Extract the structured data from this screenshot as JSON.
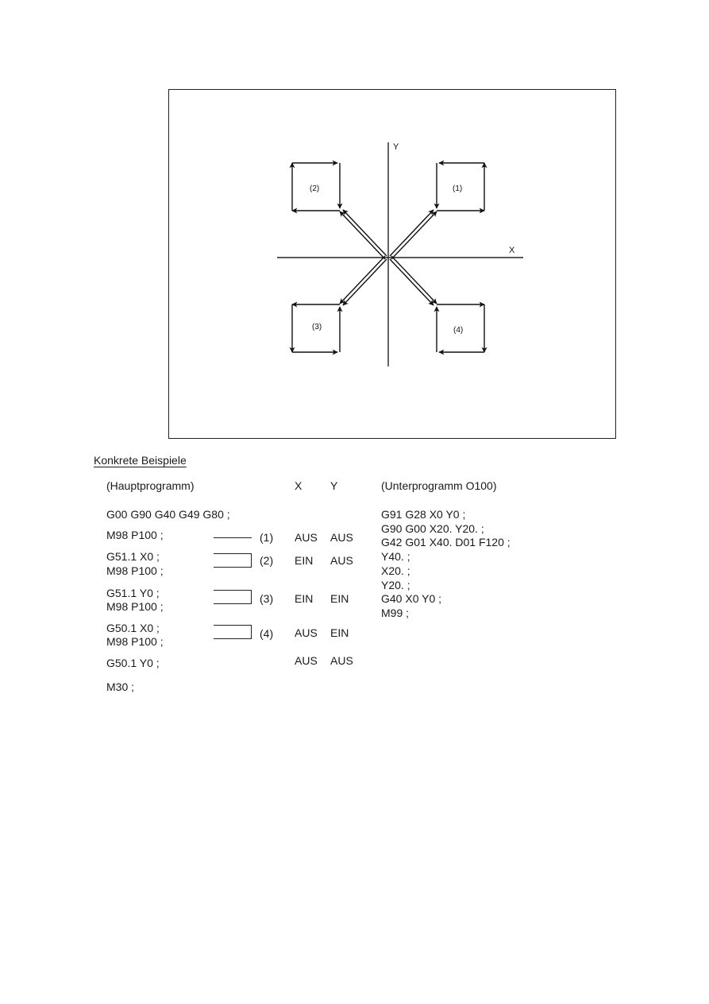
{
  "figure": {
    "x_axis_label": "X",
    "y_axis_label": "Y",
    "quadrant_labels": [
      "(1)",
      "(2)",
      "(3)",
      "(4)"
    ]
  },
  "section_heading": "Konkrete Beispiele",
  "headers": {
    "main": "(Hauptprogramm)",
    "x": "X",
    "y": "Y",
    "sub": "(Unterprogramm O100)"
  },
  "main_program": [
    "G00 G90 G40 G49 G80 ;",
    "M98 P100 ;",
    "G51.1 X0 ;",
    "M98 P100 ;",
    "G51.1 Y0 ;",
    "M98 P100 ;",
    "G50.1 X0 ;",
    "M98 P100 ;",
    "G50.1 Y0 ;",
    "M30 ;"
  ],
  "markers": [
    "(1)",
    "(2)",
    "(3)",
    "(4)"
  ],
  "states": [
    {
      "x": "AUS",
      "y": "AUS"
    },
    {
      "x": "EIN",
      "y": "AUS"
    },
    {
      "x": "EIN",
      "y": "EIN"
    },
    {
      "x": "AUS",
      "y": "EIN"
    },
    {
      "x": "AUS",
      "y": "AUS"
    }
  ],
  "sub_program": [
    "G91 G28 X0 Y0 ;",
    "G90 G00 X20. Y20. ;",
    "G42 G01 X40. D01 F120 ;",
    "Y40. ;",
    "X20. ;",
    "Y20. ;",
    "G40 X0 Y0 ;",
    "M99 ;"
  ]
}
